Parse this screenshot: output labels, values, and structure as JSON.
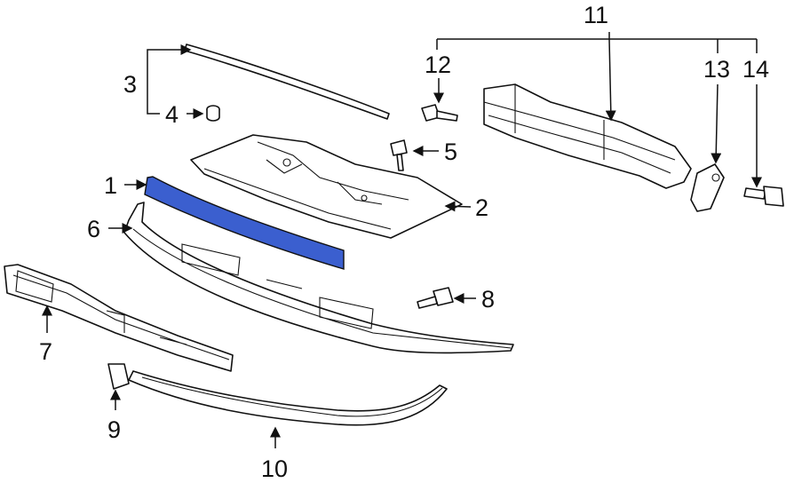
{
  "diagram": {
    "highlight_color": "#3b5fcf",
    "callouts": [
      {
        "id": "1",
        "label": "1"
      },
      {
        "id": "2",
        "label": "2"
      },
      {
        "id": "3",
        "label": "3"
      },
      {
        "id": "4",
        "label": "4"
      },
      {
        "id": "5",
        "label": "5"
      },
      {
        "id": "6",
        "label": "6"
      },
      {
        "id": "7",
        "label": "7"
      },
      {
        "id": "8",
        "label": "8"
      },
      {
        "id": "9",
        "label": "9"
      },
      {
        "id": "10",
        "label": "10"
      },
      {
        "id": "11",
        "label": "11"
      },
      {
        "id": "12",
        "label": "12"
      },
      {
        "id": "13",
        "label": "13"
      },
      {
        "id": "14",
        "label": "14"
      }
    ]
  }
}
